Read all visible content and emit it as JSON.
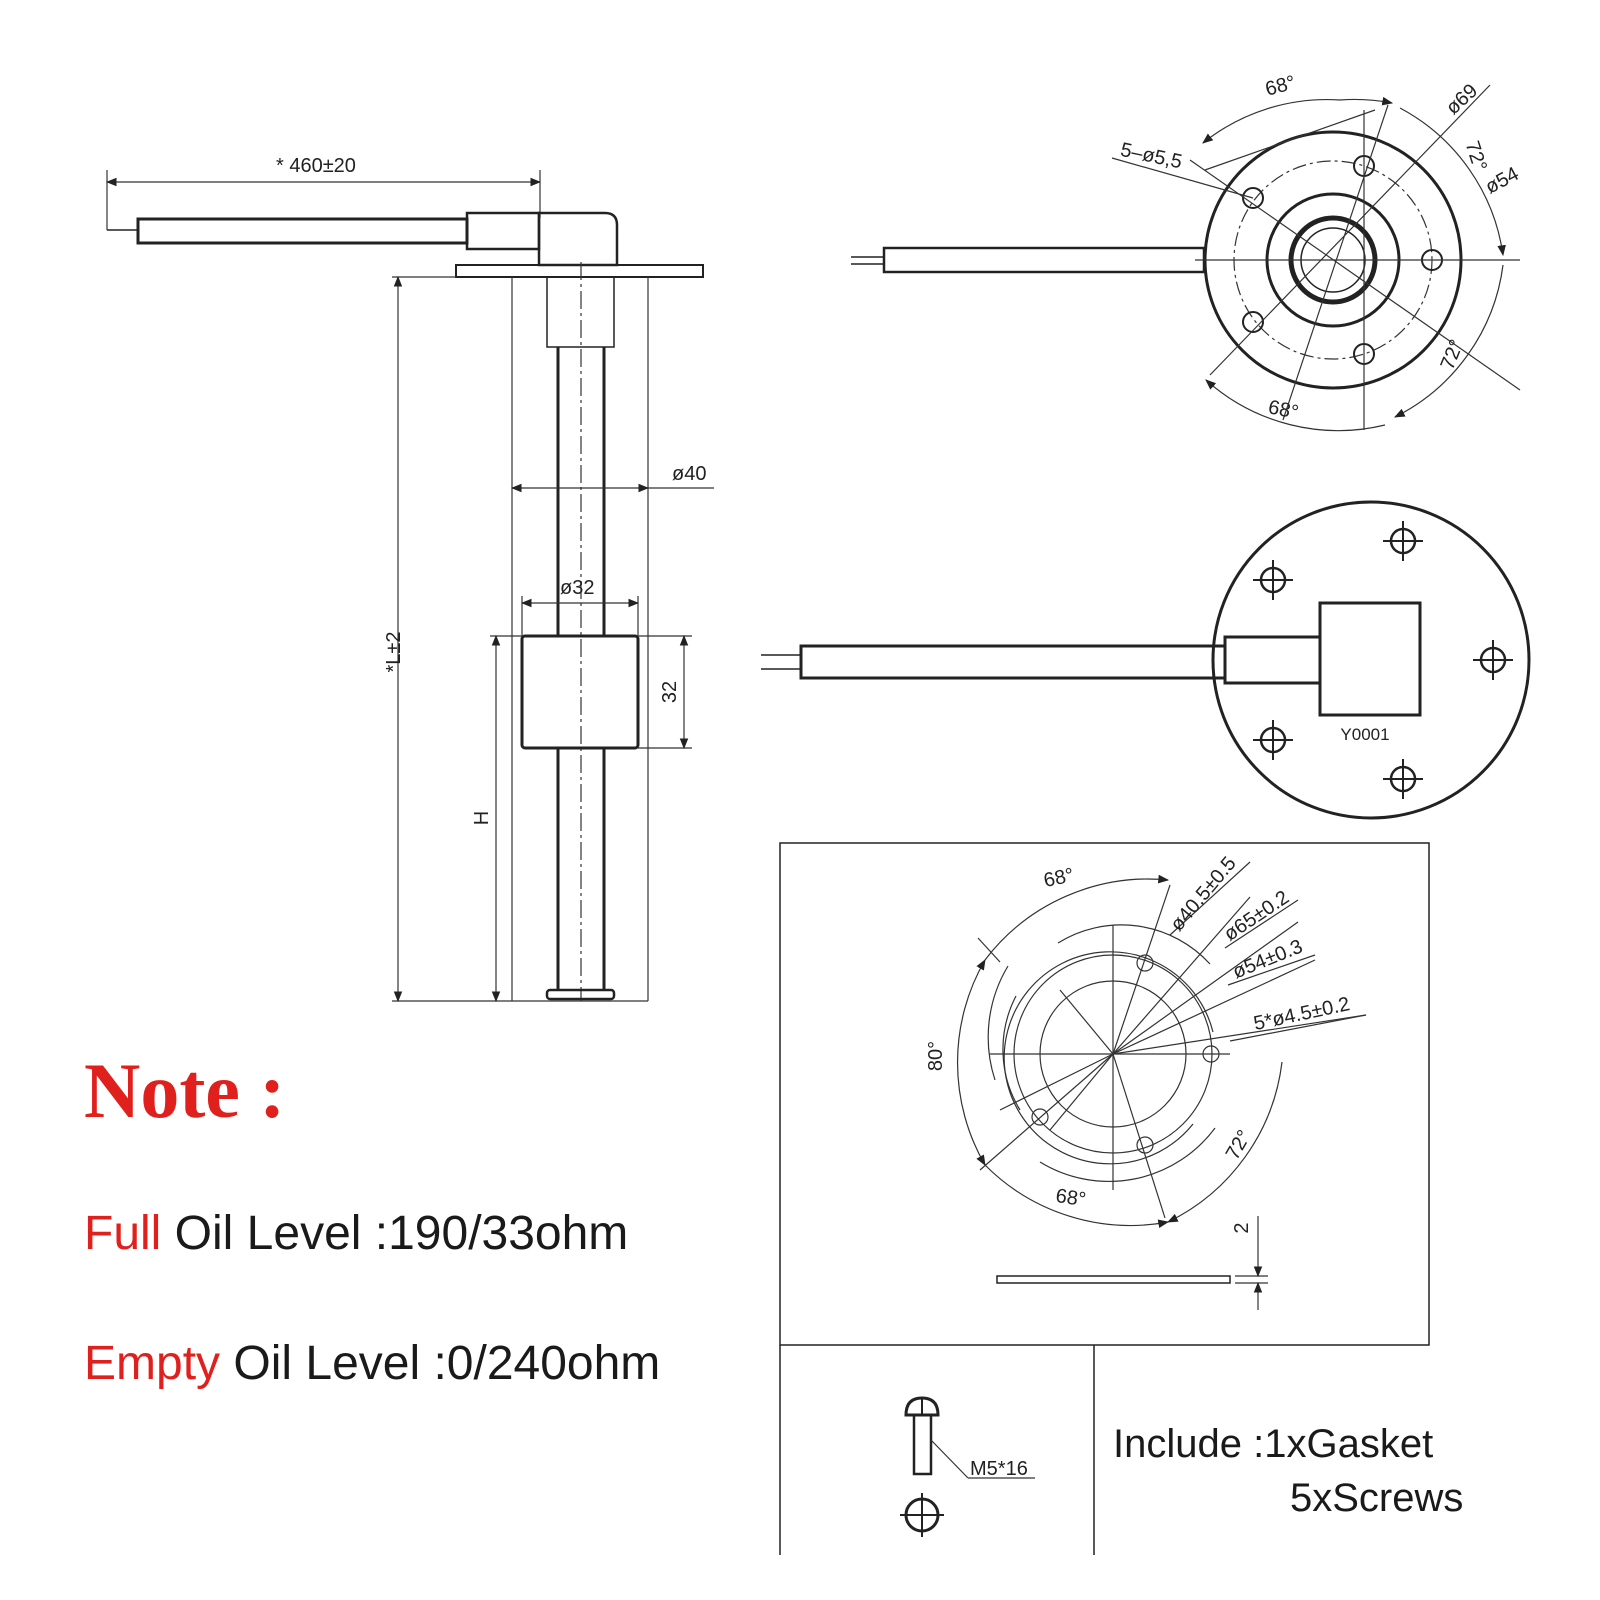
{
  "colors": {
    "accent": "#e0201c",
    "ink": "#222222"
  },
  "side_view": {
    "cable_length": "* 460±20",
    "stem_length": "*L±2",
    "tube_diameter": "ø40",
    "float_diameter": "ø32",
    "float_height": "32",
    "float_position": "H"
  },
  "top_view": {
    "flange_diameter": "ø69",
    "bolt_circle": "ø54",
    "holes": "5–ø5,5",
    "angle_top": "68°",
    "angle_bottom": "68°",
    "angle_right_top": "72°",
    "angle_right_bottom": "72°"
  },
  "bottom_view": {
    "label": "Y0001"
  },
  "cutout": {
    "inner_diameter": "ø40.5±0.5",
    "outer_diameter": "ø65±0.2",
    "bolt_circle": "ø54±0.3",
    "holes": "5*ø4.5±0.2",
    "angle_top": "68°",
    "angle_left": "80°",
    "angle_right": "72°",
    "angle_bottom": "68°",
    "gasket_thickness": "2"
  },
  "screw": {
    "label": "M5*16"
  },
  "note": {
    "title": "Note :",
    "full_word": "Full",
    "full_rest": " Oil Level :190/33ohm",
    "empty_word": "Empty",
    "empty_rest": " Oil Level :0/240ohm"
  },
  "include": {
    "line1": "Include :1xGasket",
    "line2": "5xScrews"
  }
}
